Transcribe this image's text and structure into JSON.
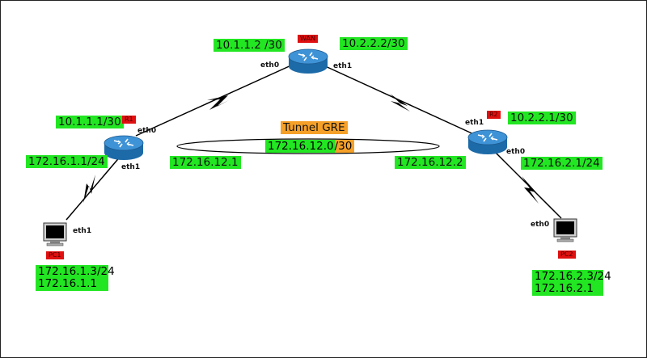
{
  "routers": {
    "wan": {
      "label": "WAN",
      "eth0_label": "eth0",
      "eth1_label": "eth1",
      "ip_eth0": "10.1.1.2 /30",
      "ip_eth1": "10.2.2.2/30"
    },
    "r1": {
      "label": "R1",
      "eth0_label": "eth0",
      "eth1_label": "eth1",
      "ip_eth0": "10.1.1.1/30",
      "ip_eth1": "172.16.1.1/24"
    },
    "r2": {
      "label": "R2",
      "eth0_label": "eth0",
      "eth1_label": "eth1",
      "ip_eth1": "10.2.2.1/30",
      "ip_eth0": "172.16.2.1/24"
    }
  },
  "hosts": {
    "pc1": {
      "label": "PC1",
      "iface_label": "eth1",
      "ip": "172.16.1.3/24",
      "gateway": "172.16.1.1"
    },
    "pc2": {
      "label": "PC2",
      "iface_label": "eth0",
      "ip": "172.16.2.3/24",
      "gateway": "172.16.2.1"
    }
  },
  "tunnel": {
    "label": "Tunnel GRE",
    "subnet_network": "172.16.12.0",
    "subnet_mask": "/30",
    "endpoint_left": "172.16.12.1",
    "endpoint_right": "172.16.12.2"
  },
  "colors": {
    "ip_label_bg": "#22e622",
    "device_label_bg": "#e01010",
    "tunnel_label_bg": "#f5a028",
    "router_blue": "#2a7fc0"
  },
  "icons": {
    "router": "router-icon",
    "pc": "monitor-icon",
    "link": "serial-link-icon"
  }
}
